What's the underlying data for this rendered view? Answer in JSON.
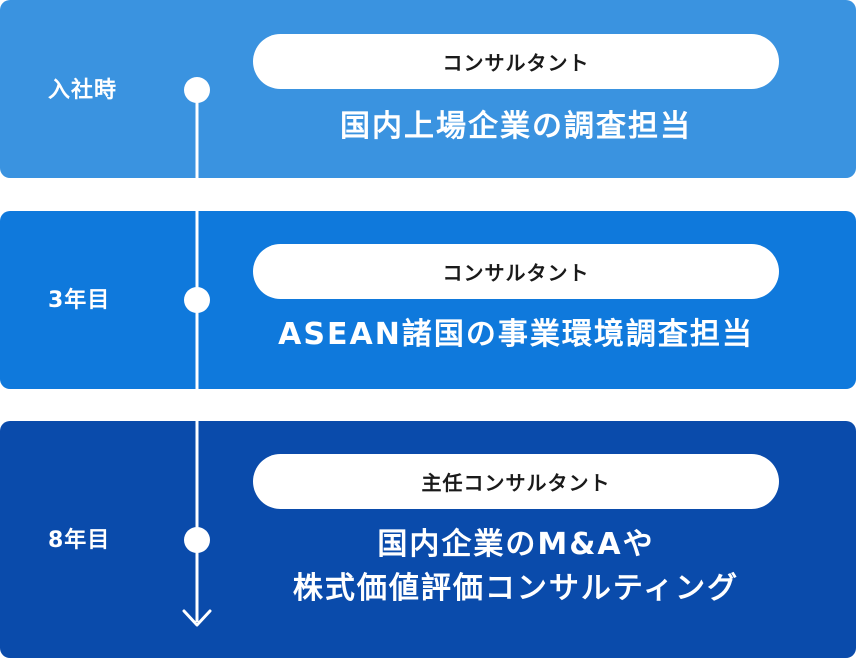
{
  "stages": [
    {
      "period": "入社時",
      "title": "コンサルタント",
      "description_line1": "国内上場企業の調査担当",
      "description_line2": ""
    },
    {
      "period": "3年目",
      "title": "コンサルタント",
      "description_line1": "ASEAN諸国の事業環境調査担当",
      "description_line2": ""
    },
    {
      "period": "8年目",
      "title": "主任コンサルタント",
      "description_line1": "国内企業のM&Aや",
      "description_line2": "株式価値評価コンサルティング"
    }
  ],
  "colors": {
    "stage1_bg": "#3a93e0",
    "stage2_bg": "#0f79dc",
    "stage3_bg": "#0a4bab",
    "timeline": "#ffffff",
    "pill_bg": "#ffffff",
    "pill_text": "#1a1a1a"
  },
  "icons": {
    "timeline_marker": "circle-dot",
    "timeline_end": "arrow-down"
  }
}
